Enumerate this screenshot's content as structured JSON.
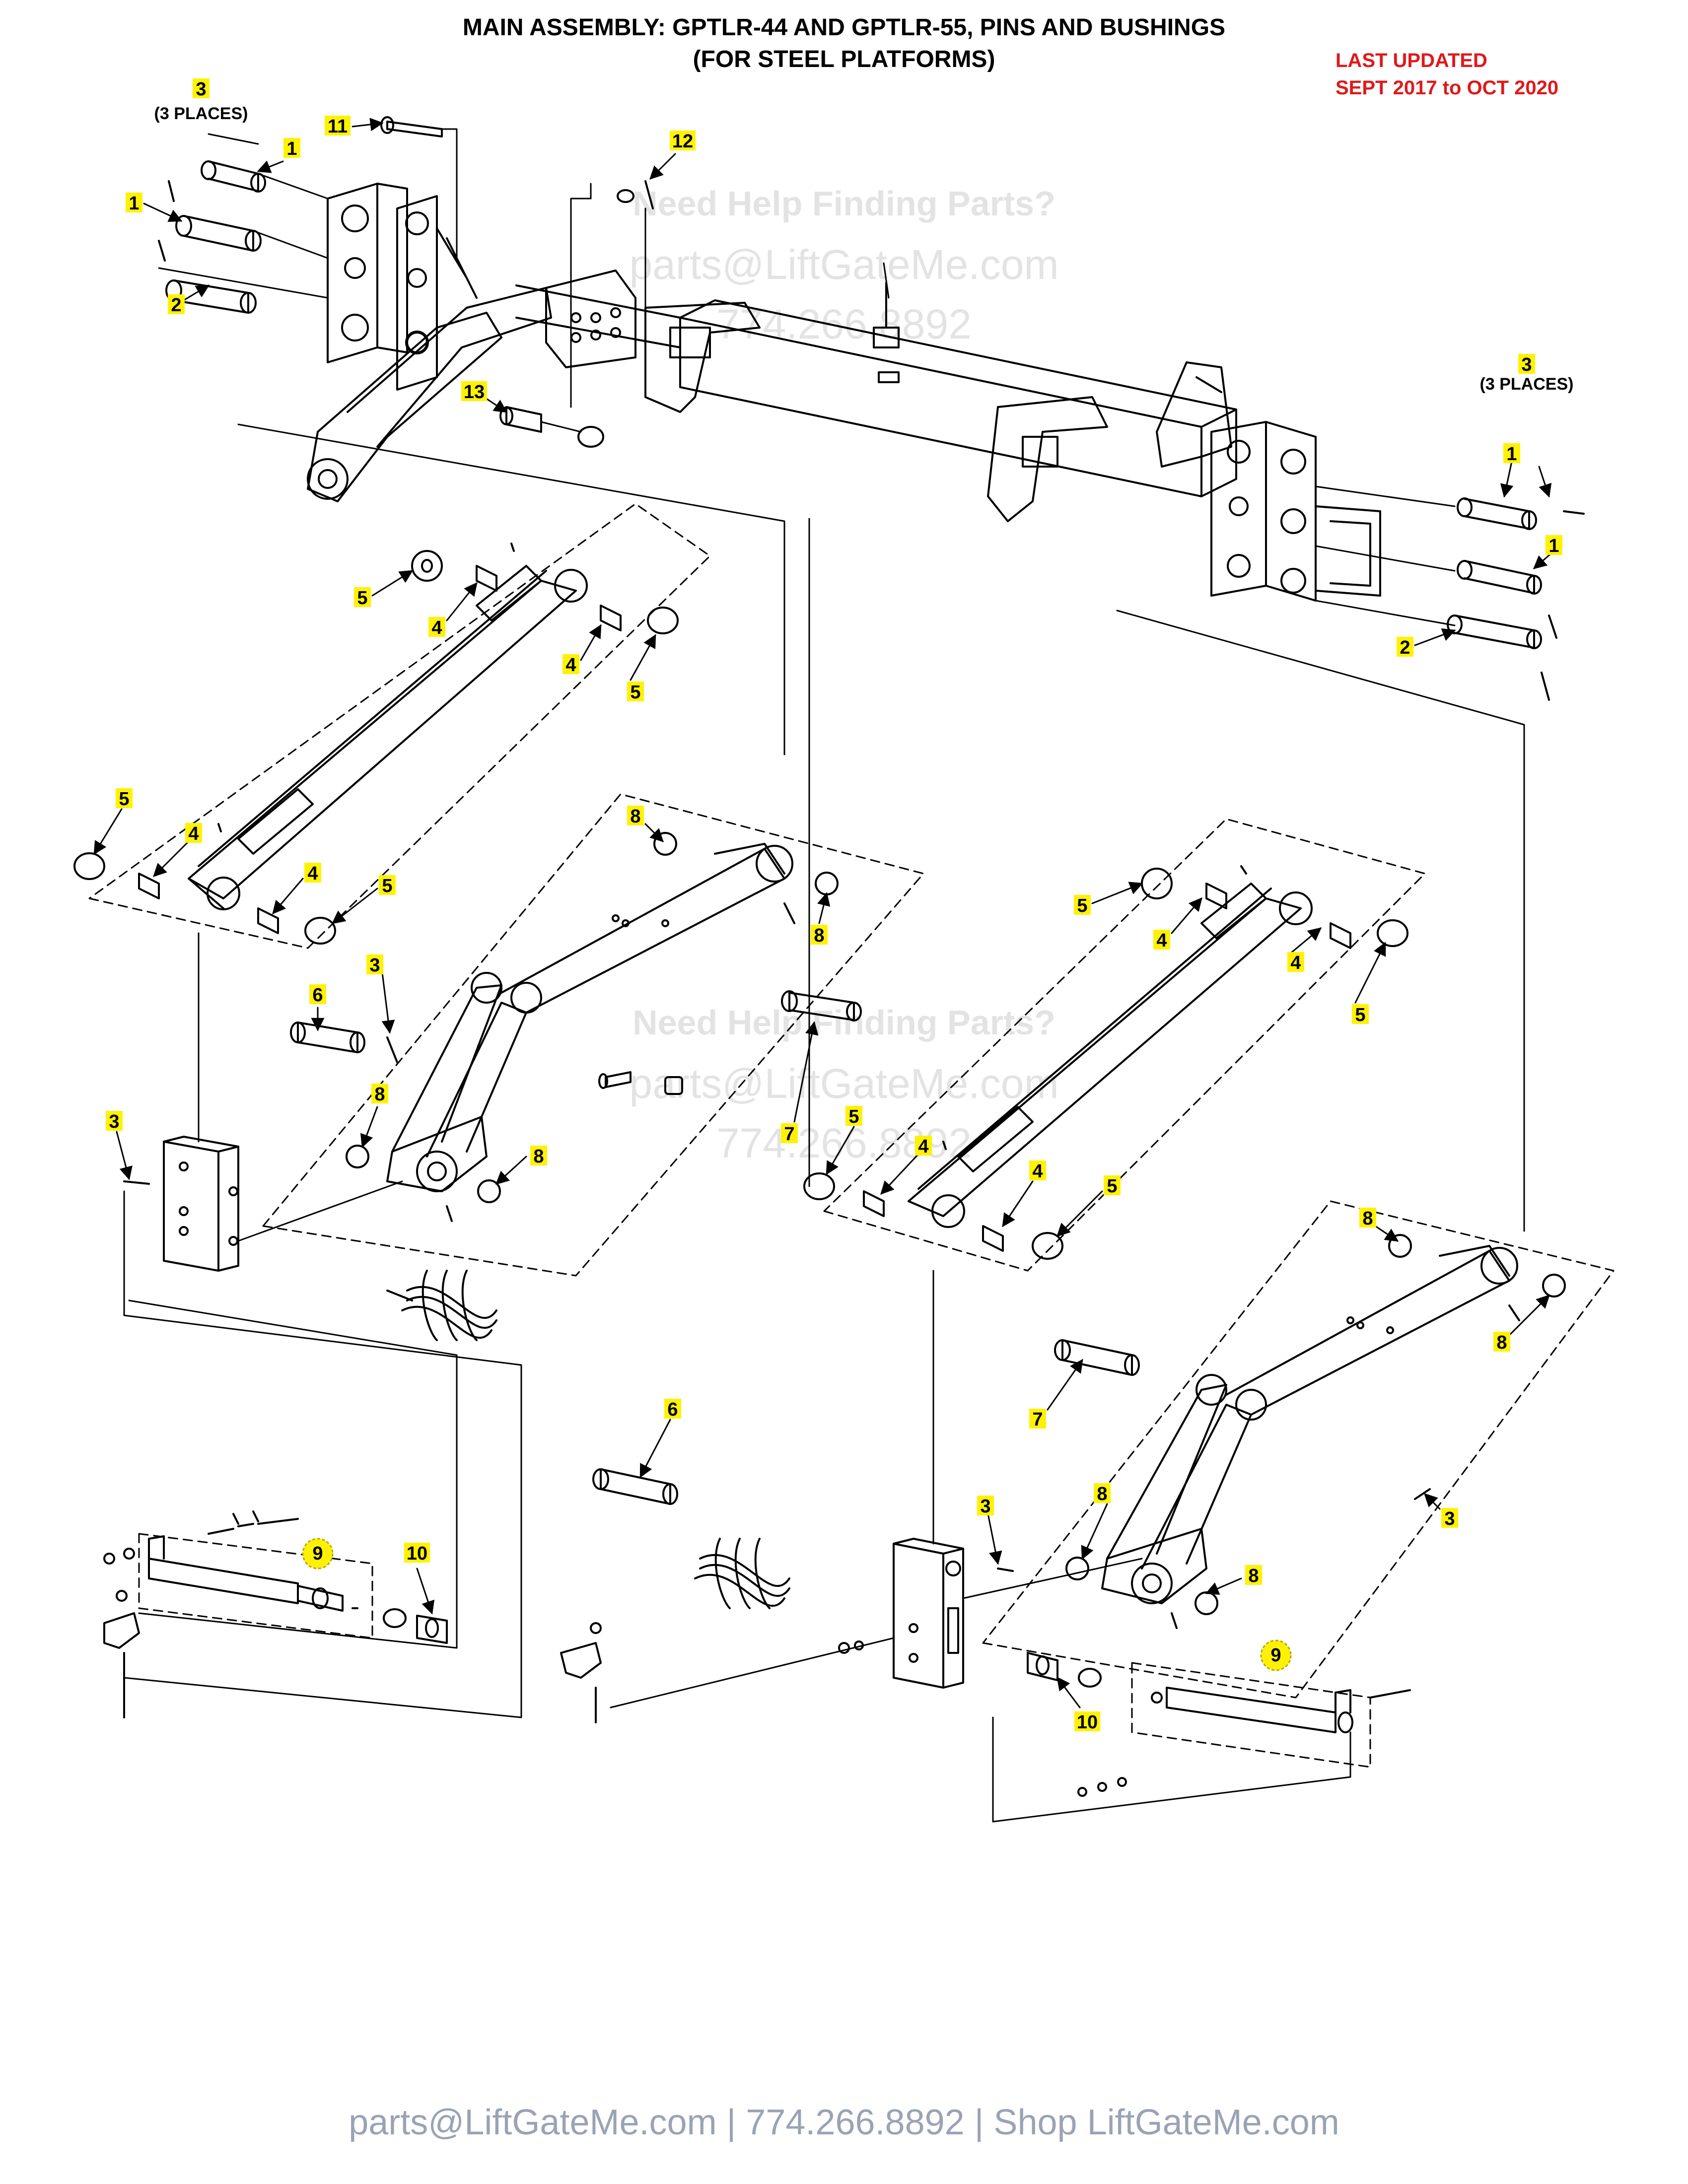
{
  "header": {
    "title_line1": "MAIN ASSEMBLY: GPTLR-44 AND GPTLR-55, PINS AND BUSHINGS",
    "title_line2": "(FOR STEEL PLATFORMS)",
    "faded_title": "Maxon gptlr-44 ... 2017 - 2020",
    "updated_line1": "LAST UPDATED",
    "updated_line2": "SEPT 2017 to OCT 2020"
  },
  "watermarks": [
    {
      "line1": "Need Help Finding Parts?",
      "line2": "parts@LiftGateMe.com",
      "line3": "774.266.8892"
    },
    {
      "line1": "Need Help Finding Parts?",
      "line2": "parts@LiftGateMe.com",
      "line3": "774.266.8892"
    }
  ],
  "notes": {
    "three_places": "(3 PLACES)"
  },
  "callouts": [
    {
      "num": "3"
    },
    {
      "num": "1"
    },
    {
      "num": "11"
    },
    {
      "num": "12"
    },
    {
      "num": "1"
    },
    {
      "num": "2"
    },
    {
      "num": "13"
    },
    {
      "num": "3"
    },
    {
      "num": "1"
    },
    {
      "num": "1"
    },
    {
      "num": "2"
    },
    {
      "num": "5"
    },
    {
      "num": "4"
    },
    {
      "num": "4"
    },
    {
      "num": "5"
    },
    {
      "num": "5"
    },
    {
      "num": "4"
    },
    {
      "num": "4"
    },
    {
      "num": "5"
    },
    {
      "num": "8"
    },
    {
      "num": "8"
    },
    {
      "num": "3"
    },
    {
      "num": "6"
    },
    {
      "num": "3"
    },
    {
      "num": "8"
    },
    {
      "num": "8"
    },
    {
      "num": "7"
    },
    {
      "num": "5"
    },
    {
      "num": "4"
    },
    {
      "num": "4"
    },
    {
      "num": "5"
    },
    {
      "num": "5"
    },
    {
      "num": "4"
    },
    {
      "num": "4"
    },
    {
      "num": "5"
    },
    {
      "num": "8"
    },
    {
      "num": "8"
    },
    {
      "num": "7"
    },
    {
      "num": "3"
    },
    {
      "num": "8"
    },
    {
      "num": "8"
    },
    {
      "num": "9"
    },
    {
      "num": "10"
    },
    {
      "num": "6"
    },
    {
      "num": "3"
    },
    {
      "num": "10"
    },
    {
      "num": "9"
    }
  ],
  "footer": {
    "text": "parts@LiftGateMe.com | 774.266.8892 | Shop LiftGateMe.com"
  },
  "colors": {
    "callout_fill": "#fff200",
    "accent_red": "#e0191a",
    "line": "#000000",
    "watermark": "#d9d9d9"
  }
}
